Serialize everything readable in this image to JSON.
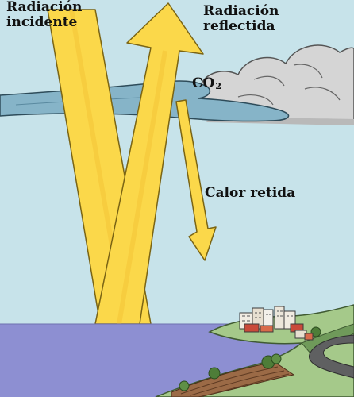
{
  "labels": {
    "incident_line1": "Radiación",
    "incident_line2": "incidente",
    "reflected_line1": "Radiación",
    "reflected_line2": "reflectida",
    "co2_main": "CO",
    "co2_sub": "2",
    "heat": "Calor retida"
  },
  "colors": {
    "sky": "#c7e3ea",
    "co2_layer": "#86b4c8",
    "beam": "#fbd84a",
    "beam_outline": "#7a6414",
    "sea": "#8d8fd2",
    "land": "#a5c98a",
    "road": "#5f6061",
    "cloud": "#d5d5d5"
  }
}
